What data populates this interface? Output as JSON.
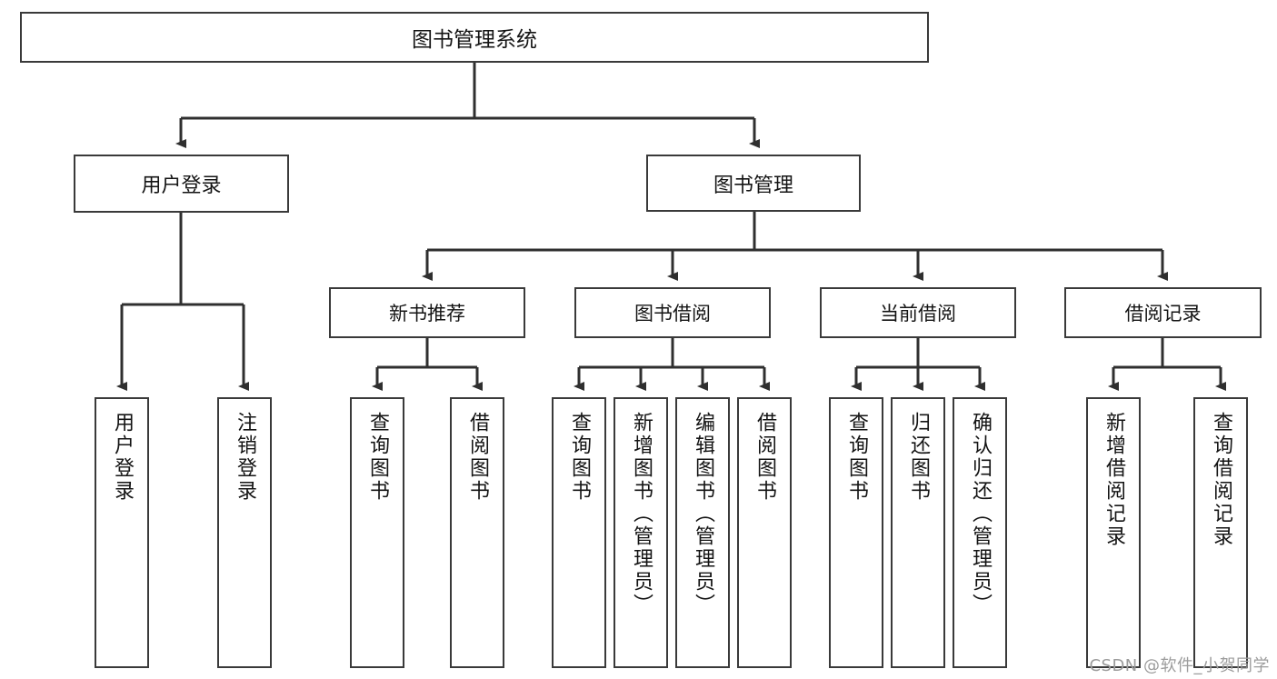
{
  "diagram": {
    "type": "tree",
    "title": "图书管理系统",
    "orientation": "top-down",
    "colors": {
      "border": "#3a3a3a",
      "background": "#ffffff",
      "text": "#141414",
      "watermark": "#9c9c9c"
    },
    "root": {
      "label": "图书管理系统"
    },
    "level2": [
      {
        "label": "用户登录"
      },
      {
        "label": "图书管理"
      }
    ],
    "level3": [
      {
        "label": "新书推荐"
      },
      {
        "label": "图书借阅"
      },
      {
        "label": "当前借阅"
      },
      {
        "label": "借阅记录"
      }
    ],
    "leaves": {
      "user_login": [
        {
          "label": "用户登录"
        },
        {
          "label": "注销登录"
        }
      ],
      "new_book_recommend": [
        {
          "label": "查询图书"
        },
        {
          "label": "借阅图书"
        }
      ],
      "book_borrow": [
        {
          "label": "查询图书"
        },
        {
          "label": "新增图书（管理员）"
        },
        {
          "label": "编辑图书（管理员）"
        },
        {
          "label": "借阅图书"
        }
      ],
      "current_borrow": [
        {
          "label": "查询图书"
        },
        {
          "label": "归还图书"
        },
        {
          "label": "确认归还（管理员）"
        }
      ],
      "borrow_record": [
        {
          "label": "新增借阅记录"
        },
        {
          "label": "查询借阅记录"
        }
      ]
    }
  },
  "watermark": {
    "text": "CSDN @软件_小贺同学"
  }
}
